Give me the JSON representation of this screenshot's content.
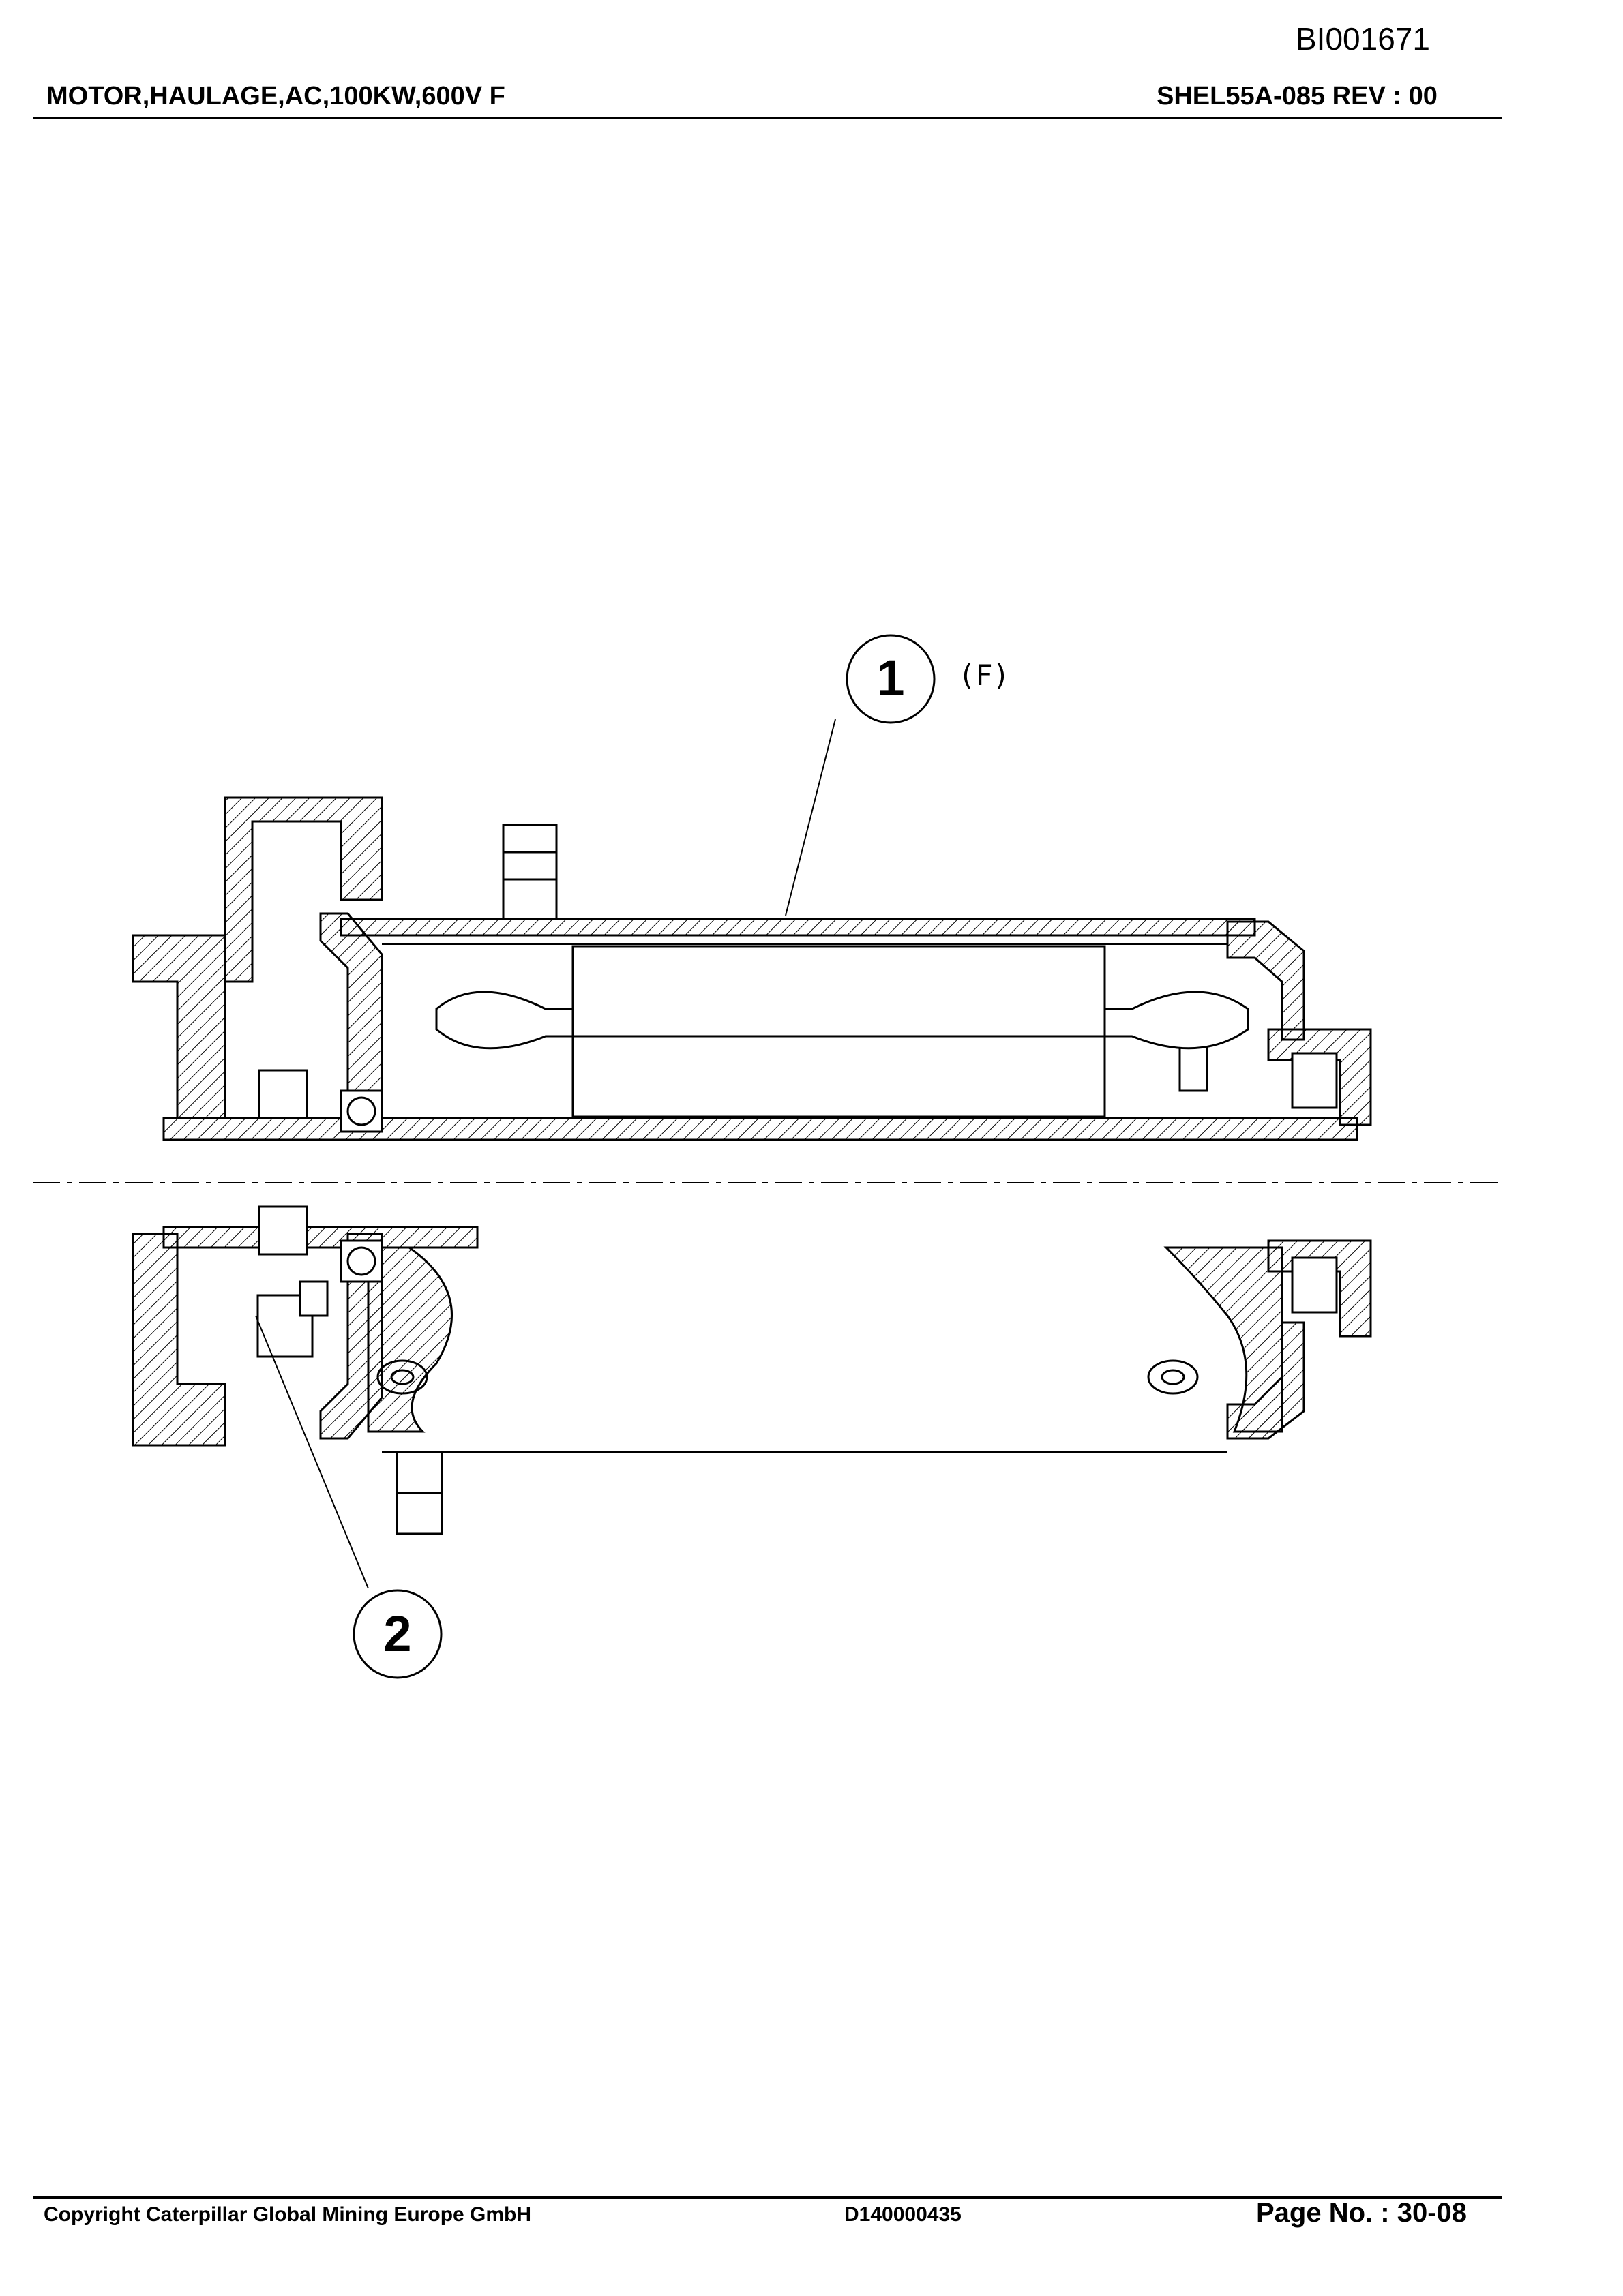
{
  "header": {
    "doc_id": "BI001671",
    "title": "MOTOR,HAULAGE,AC,100KW,600V   F",
    "part_rev": "SHEL55A-085    REV :    00"
  },
  "drawing": {
    "callouts": [
      {
        "number": "1",
        "note": "(F)"
      },
      {
        "number": "2",
        "note": ""
      }
    ]
  },
  "footer": {
    "copyright": "Copyright Caterpillar Global Mining Europe GmbH",
    "doc_number": "D140000435",
    "page": "Page No. :    30-08"
  }
}
